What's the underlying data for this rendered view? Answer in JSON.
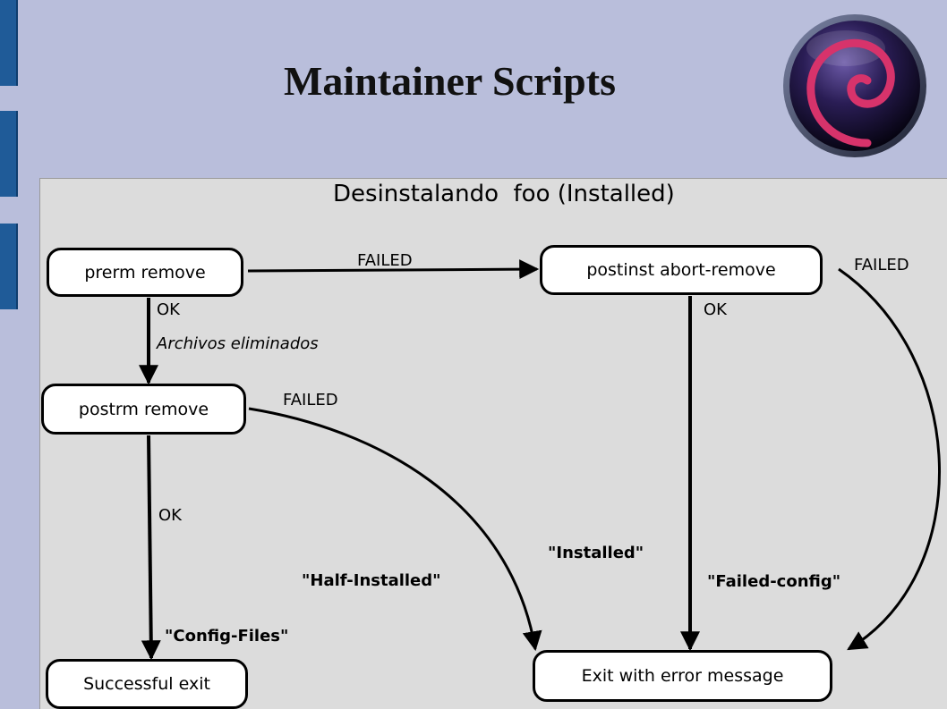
{
  "slide": {
    "title": "Maintainer Scripts"
  },
  "diagram": {
    "title": "Desinstalando  foo (Installed)",
    "nodes": {
      "prerm_remove": "prerm remove",
      "postinst_abort_remove": "postinst abort-remove",
      "postrm_remove": "postrm remove",
      "successful_exit": "Successful exit",
      "exit_error": "Exit with error message"
    },
    "edge_labels": {
      "failed_prerm": "FAILED",
      "failed_postinst": "FAILED",
      "failed_postrm": "FAILED",
      "ok_prerm": "OK",
      "ok_postinst": "OK",
      "ok_postrm": "OK",
      "archivos_eliminados": "Archivos eliminados",
      "installed": "\"Installed\"",
      "half_installed": "\"Half-Installed\"",
      "failed_config": "\"Failed-config\"",
      "config_files": "\"Config-Files\""
    }
  },
  "colors": {
    "slide_background": "#b9bedb",
    "side_tabs": "#1f5b98",
    "diagram_background": "#dcdcdc",
    "logo_swirl": "#d7336b"
  },
  "icons": {
    "logo": "debian-swirl-logo"
  }
}
